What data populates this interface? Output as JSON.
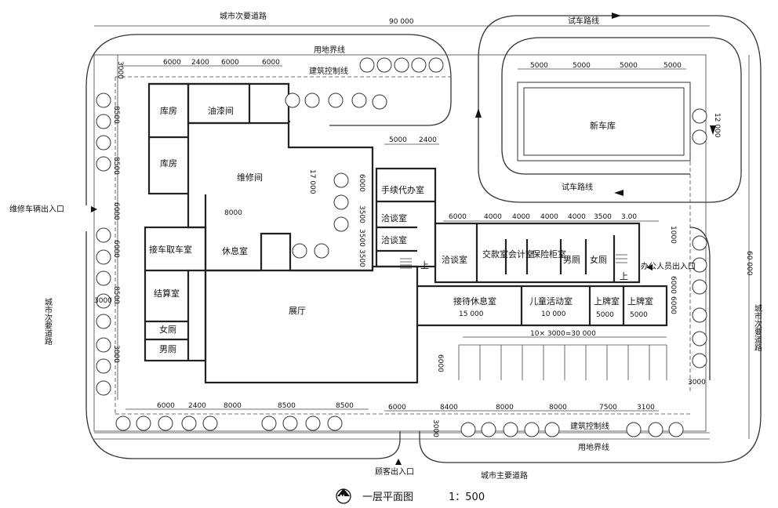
{
  "roads": {
    "north": "城市次要道路",
    "south": "城市主要道路",
    "west": "城市次要道路",
    "east": "城市次要道路",
    "test_track_top": "试车路线",
    "test_track_bottom": "试车路线"
  },
  "boundaries": {
    "land_line_top": "用地界线",
    "build_line_top": "建筑控制线",
    "land_line_bottom": "用地界线",
    "build_line_bottom": "建筑控制线"
  },
  "entrances": {
    "repair": "维修车辆出入口",
    "customer": "顾客出入口",
    "staff": "办公人员出入口"
  },
  "rooms": {
    "storage1": "库房",
    "storage2": "库房",
    "paint": "油漆间",
    "repair": "维修间",
    "reception": "接车取车室",
    "settlement": "结算室",
    "female_wc_w": "女厕",
    "male_wc_w": "男厕",
    "rest": "休息室",
    "showroom": "展厅",
    "procedure": "手续代办室",
    "talk1": "洽谈室",
    "talk2": "洽谈室",
    "talk3": "洽谈室",
    "payment": "交款室",
    "accounting": "会计室",
    "insurance": "保险柜室",
    "male_wc_e": "男厕",
    "female_wc_e": "女厕",
    "guest_rest": "接待休息室",
    "kids": "儿童活动室",
    "license1": "上牌室",
    "license2": "上牌室",
    "new_garage": "新车库",
    "up_1": "上",
    "up_2": "上"
  },
  "dimensions": {
    "total_width": "90 000",
    "total_depth": "60 000",
    "top_row": [
      "6000",
      "2400",
      "6000",
      "6000"
    ],
    "garage_top": [
      "5000",
      "5000",
      "5000",
      "5000"
    ],
    "garage_right": "12 000",
    "west_col": [
      "3000",
      "8500",
      "8500",
      "6000",
      "6000",
      "8500",
      "3000",
      "3000"
    ],
    "repair_width": "8000",
    "repair_depth": "17 000",
    "procedure_top": [
      "5000",
      "2400"
    ],
    "procedure_side": [
      "6000",
      "3500",
      "3500",
      "3500"
    ],
    "office_top": [
      "6000",
      "4000",
      "4000",
      "4000",
      "4000",
      "3500",
      "3.00"
    ],
    "east_side": [
      "1000",
      "6000",
      "6000"
    ],
    "guest_rest_w": "15 000",
    "kids_w": "10 000",
    "license_w1": "5000",
    "license_w2": "5000",
    "parking": "10× 3000=30 000",
    "parking_depth": "6000",
    "bottom_row": [
      "6000",
      "2400",
      "8000",
      "8500",
      "8500",
      "6000",
      "8400",
      "8000",
      "8000",
      "7500",
      "3100"
    ],
    "bottom_setback": "3000",
    "right_setback": "3000"
  },
  "title": "一层平面图",
  "scale": "1：500",
  "north_symbol": "N"
}
